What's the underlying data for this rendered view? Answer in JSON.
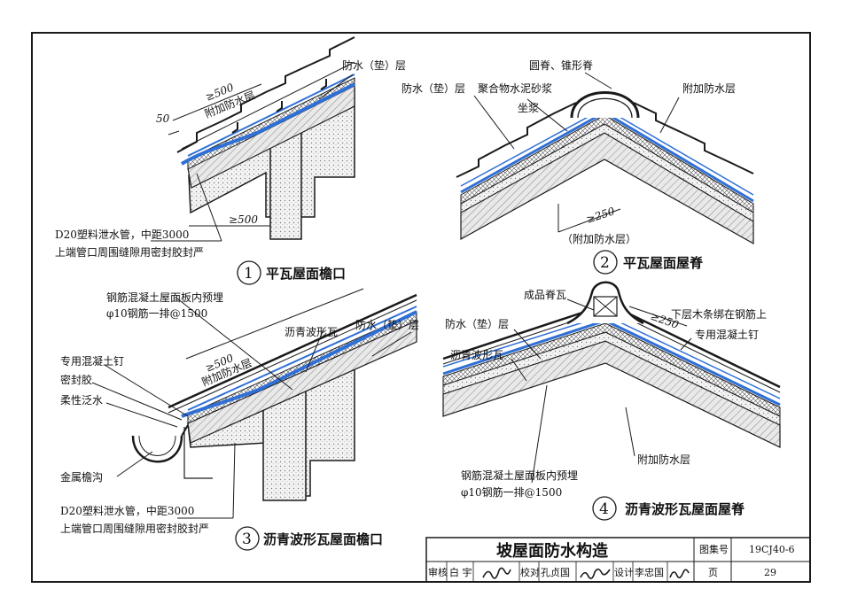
{
  "sheet": {
    "colors": {
      "line": "#1a1a1a",
      "membrane": "#2f6fd6",
      "concrete": "#d9d9d9",
      "insulation": "#ffffff"
    }
  },
  "detail1": {
    "number": "1",
    "caption": "平瓦屋面檐口",
    "labels": {
      "waterproof": "防水（垫）层",
      "gt500_a": "≥500",
      "extra_layer": "附加防水层",
      "dim50": "50",
      "gt500_b": "≥500",
      "drain1": "D20塑料泄水管，中距3000",
      "drain2": "上端管口周围缝隙用密封胶封严"
    }
  },
  "detail2": {
    "number": "2",
    "caption": "平瓦屋面屋脊",
    "labels": {
      "ridge": "圆脊、锥形脊",
      "waterproof": "防水（垫）层",
      "mortar": "聚合物水泥砂浆",
      "bed": "坐浆",
      "extra_layer": "附加防水层",
      "gt250": "≥250",
      "extra_paren": "（附加防水层）"
    }
  },
  "detail3": {
    "number": "3",
    "caption": "沥青波形瓦屋面檐口",
    "labels": {
      "rebar1": "钢筋混凝土屋面板内预埋",
      "rebar2": "φ10钢筋一排@1500",
      "asphalt": "沥青波形瓦",
      "waterproof": "防水（垫）层",
      "gt500": "≥500",
      "extra_layer": "附加防水层",
      "nail": "专用混凝土钉",
      "sealant": "密封胶",
      "flashing": "柔性泛水",
      "gutter": "金属檐沟",
      "drain1": "D20塑料泄水管，中距3000",
      "drain2": "上端管口周围缝隙用密封胶封严"
    }
  },
  "detail4": {
    "number": "4",
    "caption": "沥青波形瓦屋面屋脊",
    "labels": {
      "ridge_tile": "成品脊瓦",
      "gt250": "≥250",
      "batten": "下层木条绑在钢筋上",
      "nail": "专用混凝土钉",
      "waterproof": "防水（垫）层",
      "asphalt": "沥青波形瓦",
      "extra_layer": "附加防水层",
      "rebar1": "钢筋混凝土屋面板内预埋",
      "rebar2": "φ10钢筋一排@1500"
    }
  },
  "title_block": {
    "title": "坡屋面防水构造",
    "atlas_label": "图集号",
    "atlas_no": "19CJ40-6",
    "review_label": "审核",
    "reviewer": "白 宇",
    "check_label": "校对",
    "checker": "孔贞国",
    "design_label": "设计",
    "designer": "李忠国",
    "page_label": "页",
    "page_no": "29"
  }
}
